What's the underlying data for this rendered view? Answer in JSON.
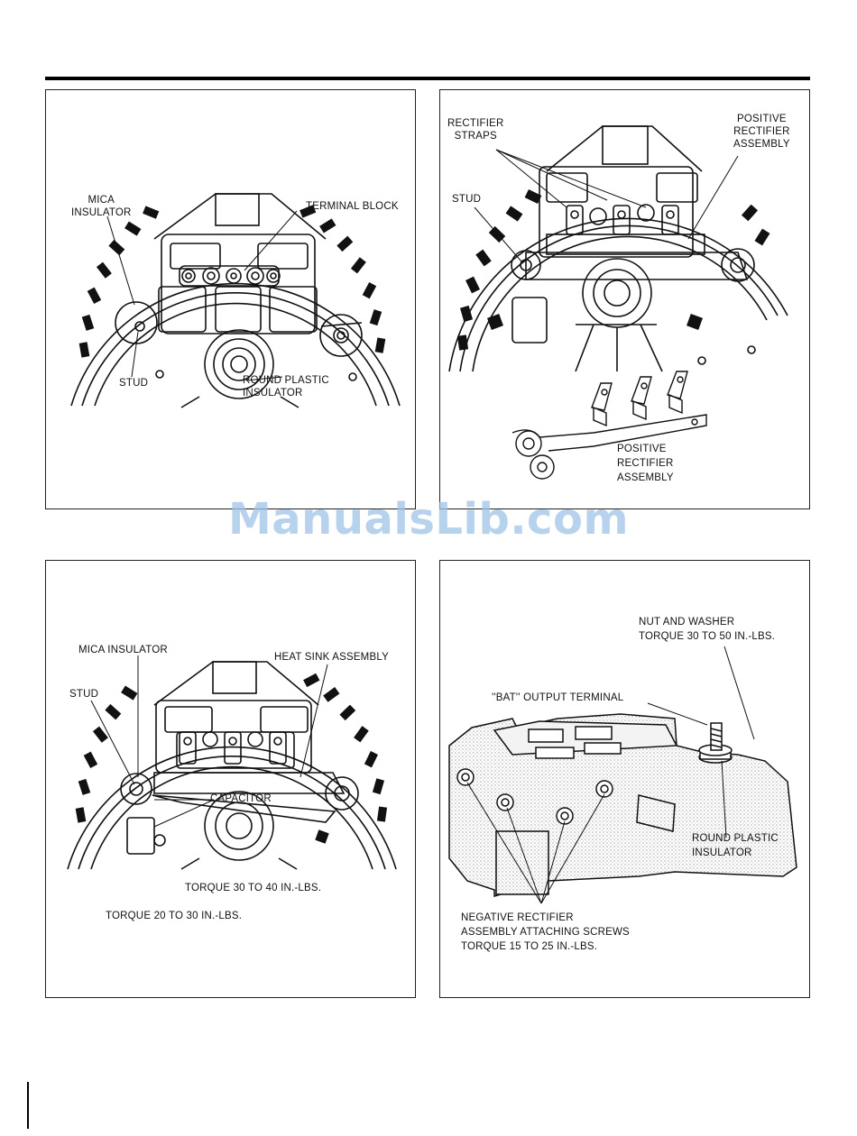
{
  "panel1": {
    "mica_insulator": "MICA\nINSULATOR",
    "terminal_block": "TERMINAL BLOCK",
    "stud": "STUD",
    "round_plastic_insulator": "ROUND PLASTIC\nINSULATOR"
  },
  "panel2": {
    "rectifier_straps": "RECTIFIER\nSTRAPS",
    "positive_rectifier_assembly_top": "POSITIVE\nRECTIFIER\nASSEMBLY",
    "stud": "STUD",
    "positive_rectifier_assembly_bottom": "POSITIVE\nRECTIFIER\nASSEMBLY"
  },
  "panel3": {
    "mica_insulator": "MICA INSULATOR",
    "heat_sink_assembly": "HEAT SINK ASSEMBLY",
    "stud": "STUD",
    "capacitor": "CAPACITOR",
    "torque_30_40": "TORQUE 30 TO 40 IN.-LBS.",
    "torque_20_30": "TORQUE 20 TO 30 IN.-LBS."
  },
  "panel4": {
    "nut_and_washer": "NUT AND WASHER\nTORQUE 30 TO 50 IN.-LBS.",
    "bat_output_terminal": "''BAT'' OUTPUT TERMINAL",
    "round_plastic_insulator": "ROUND PLASTIC\nINSULATOR",
    "negative_rectifier": "NEGATIVE RECTIFIER\nASSEMBLY ATTACHING SCREWS\nTORQUE 15 TO 25 IN.-LBS."
  },
  "watermark": "ManualsLib.com"
}
